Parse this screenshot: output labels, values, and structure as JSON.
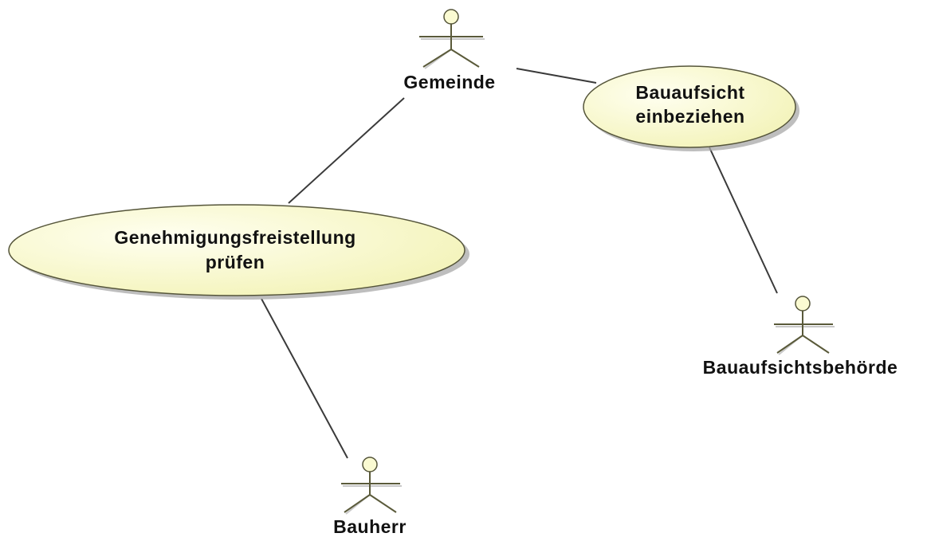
{
  "diagram": {
    "actors": {
      "gemeinde": "Gemeinde",
      "bauaufsichtsbehoerde": "Bauaufsichtsbehörde",
      "bauherr": "Bauherr"
    },
    "use_cases": {
      "bauaufsicht": [
        "Bauaufsicht",
        "einbeziehen"
      ],
      "genehmigung": [
        "Genehmigungsfreistellung",
        "prüfen"
      ]
    },
    "colors": {
      "use_case_fill": "#fdfdc8",
      "actor_head_fill": "#fbfbd2",
      "line": "#3a3a3a"
    }
  }
}
